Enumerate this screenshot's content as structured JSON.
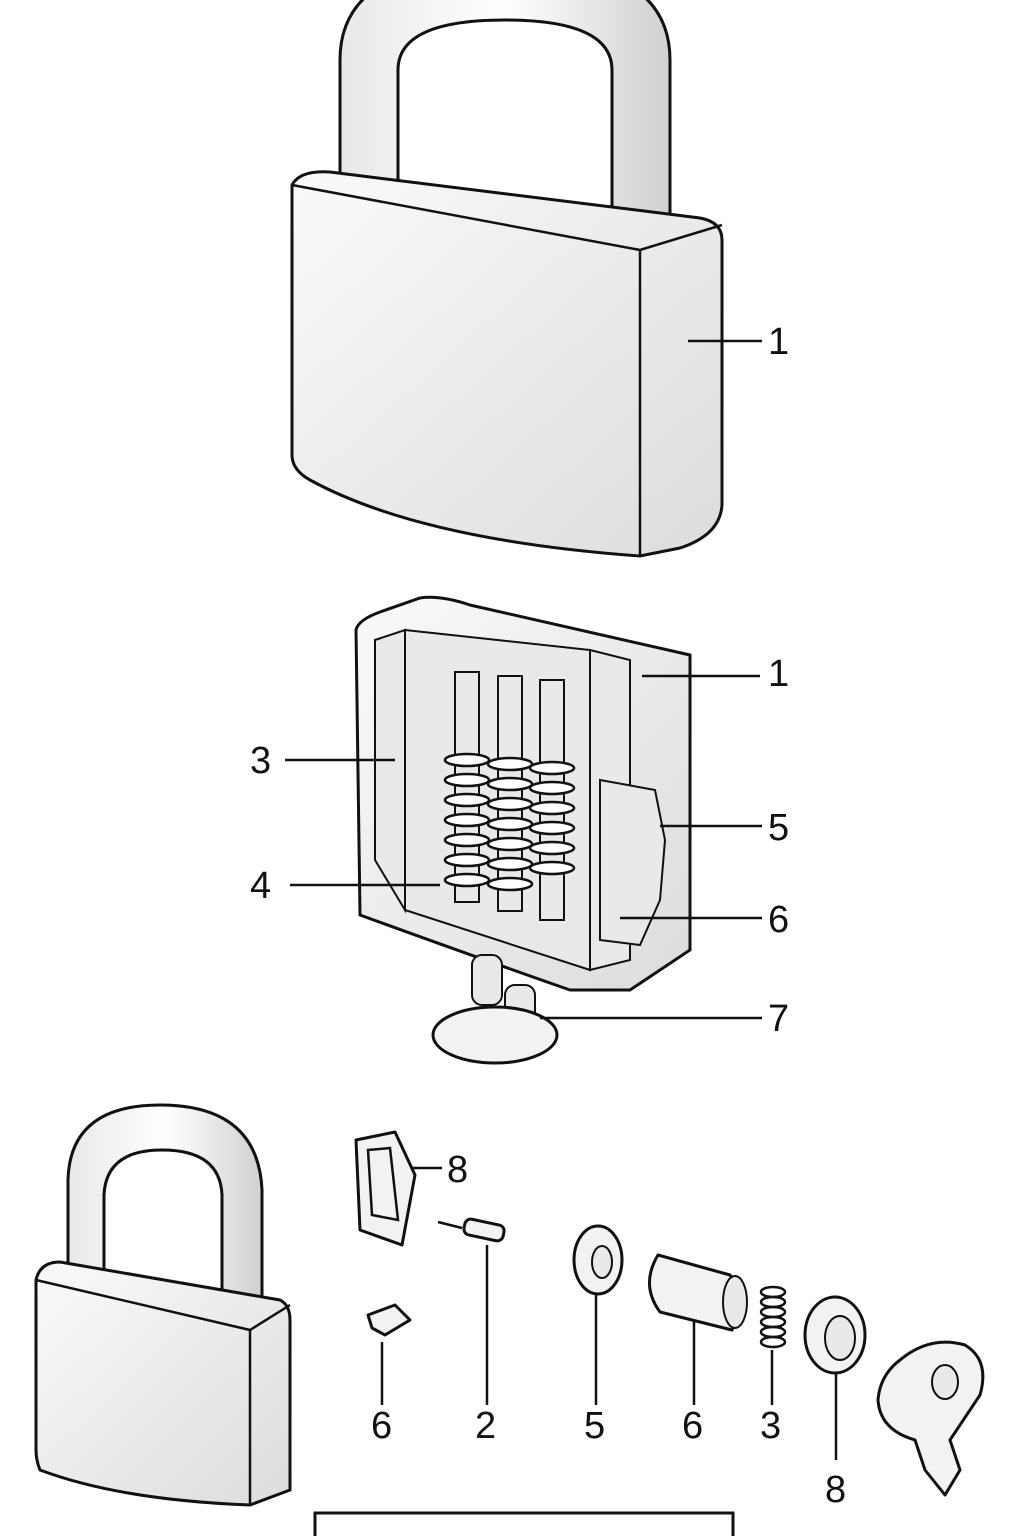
{
  "diagram": {
    "padlock_closed": {
      "callouts": [
        {
          "label": "1"
        }
      ]
    },
    "padlock_cutaway": {
      "callouts": [
        {
          "label": "1"
        },
        {
          "label": "3"
        },
        {
          "label": "4"
        },
        {
          "label": "5"
        },
        {
          "label": "6"
        },
        {
          "label": "7"
        }
      ]
    },
    "exploded_parts": {
      "callouts": [
        {
          "label": "8"
        },
        {
          "label": "6"
        },
        {
          "label": "2"
        },
        {
          "label": "5"
        },
        {
          "label": "6"
        },
        {
          "label": "3"
        },
        {
          "label": "8"
        }
      ]
    }
  }
}
